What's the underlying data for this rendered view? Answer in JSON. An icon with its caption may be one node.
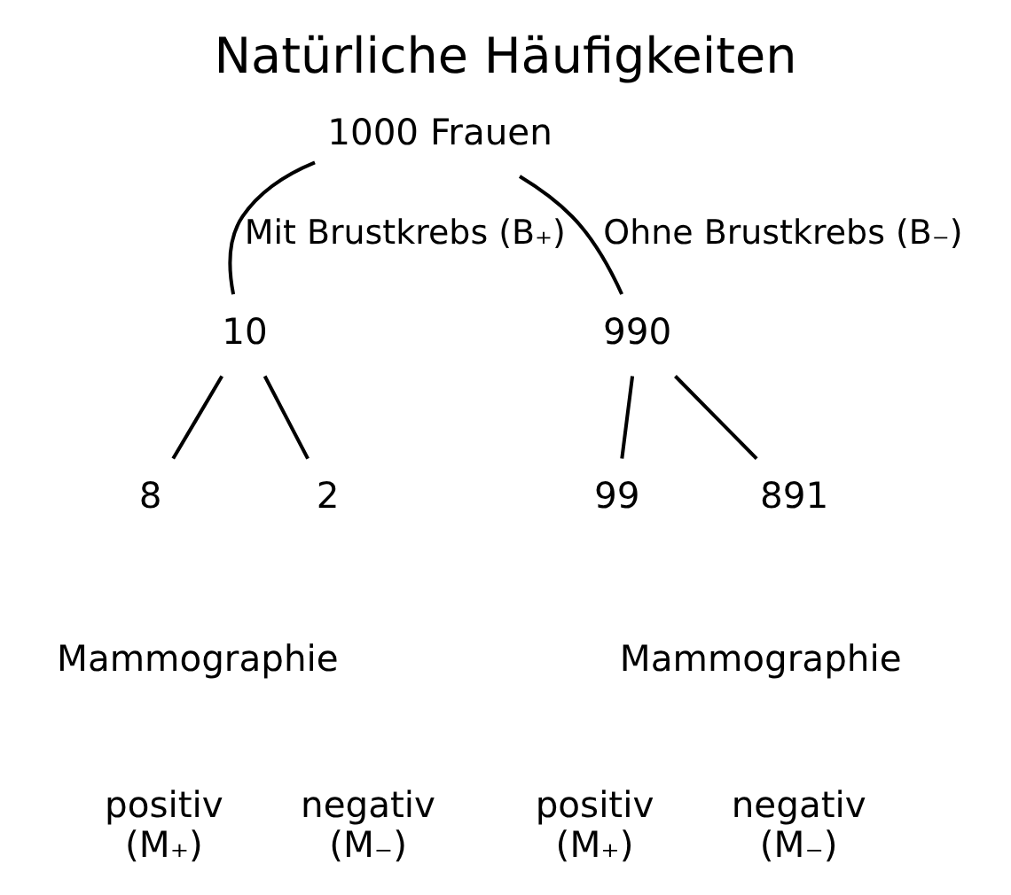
{
  "diagram": {
    "title": "Natürliche Häufigkeiten",
    "nodes": [
      {
        "text": [
          "1000 Frauen"
        ]
      },
      {
        "text": [
          "10"
        ]
      },
      {
        "text": [
          "990"
        ]
      },
      {
        "text": [
          "8"
        ]
      },
      {
        "text": [
          "2"
        ]
      },
      {
        "text": [
          "99"
        ]
      },
      {
        "text": [
          "891"
        ]
      }
    ],
    "edges": [
      {
        "from": 0,
        "to": 1,
        "arrow": "none",
        "label": "Mit Brustkrebs (B₊)"
      },
      {
        "from": 0,
        "to": 2,
        "arrow": "none",
        "label": "Ohne Brustkrebs (B₋)"
      },
      {
        "from": 1,
        "to": 3,
        "arrow": "none"
      },
      {
        "from": 1,
        "to": 4,
        "arrow": "none"
      },
      {
        "from": 2,
        "to": 5,
        "arrow": "none"
      },
      {
        "from": 2,
        "to": 6,
        "arrow": "none"
      }
    ],
    "labels": [
      "Mammographie",
      "Mammographie",
      "positiv (M₊)",
      "negativ (M₋)",
      "positiv (M₊)",
      "negativ (M₋)"
    ]
  }
}
